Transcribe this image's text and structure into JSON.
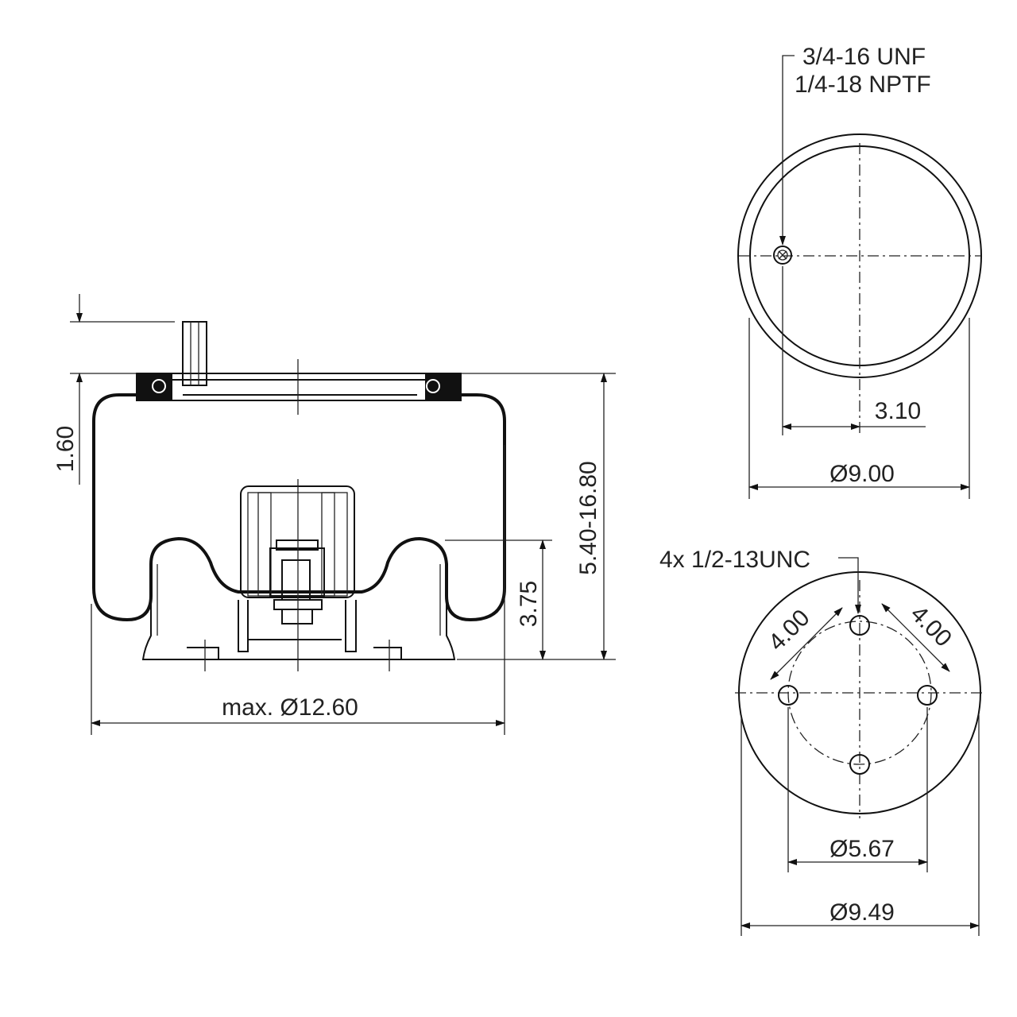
{
  "side_view": {
    "dim_stud_height": "1.60",
    "dim_height_range": "5.40-16.80",
    "dim_piston_height": "3.75",
    "dim_max_diameter": "max. Ø12.60"
  },
  "top_view": {
    "port_thread_1": "3/4-16 UNF",
    "port_thread_2": "1/4-18 NPTF",
    "dim_port_offset": "3.10",
    "dim_diameter": "Ø9.00"
  },
  "bottom_view": {
    "bolt_callout": "4x 1/2-13UNC",
    "dim_bolt_spacing_left": "4.00",
    "dim_bolt_spacing_right": "4.00",
    "dim_bolt_circle": "Ø5.67",
    "dim_diameter": "Ø9.49"
  }
}
